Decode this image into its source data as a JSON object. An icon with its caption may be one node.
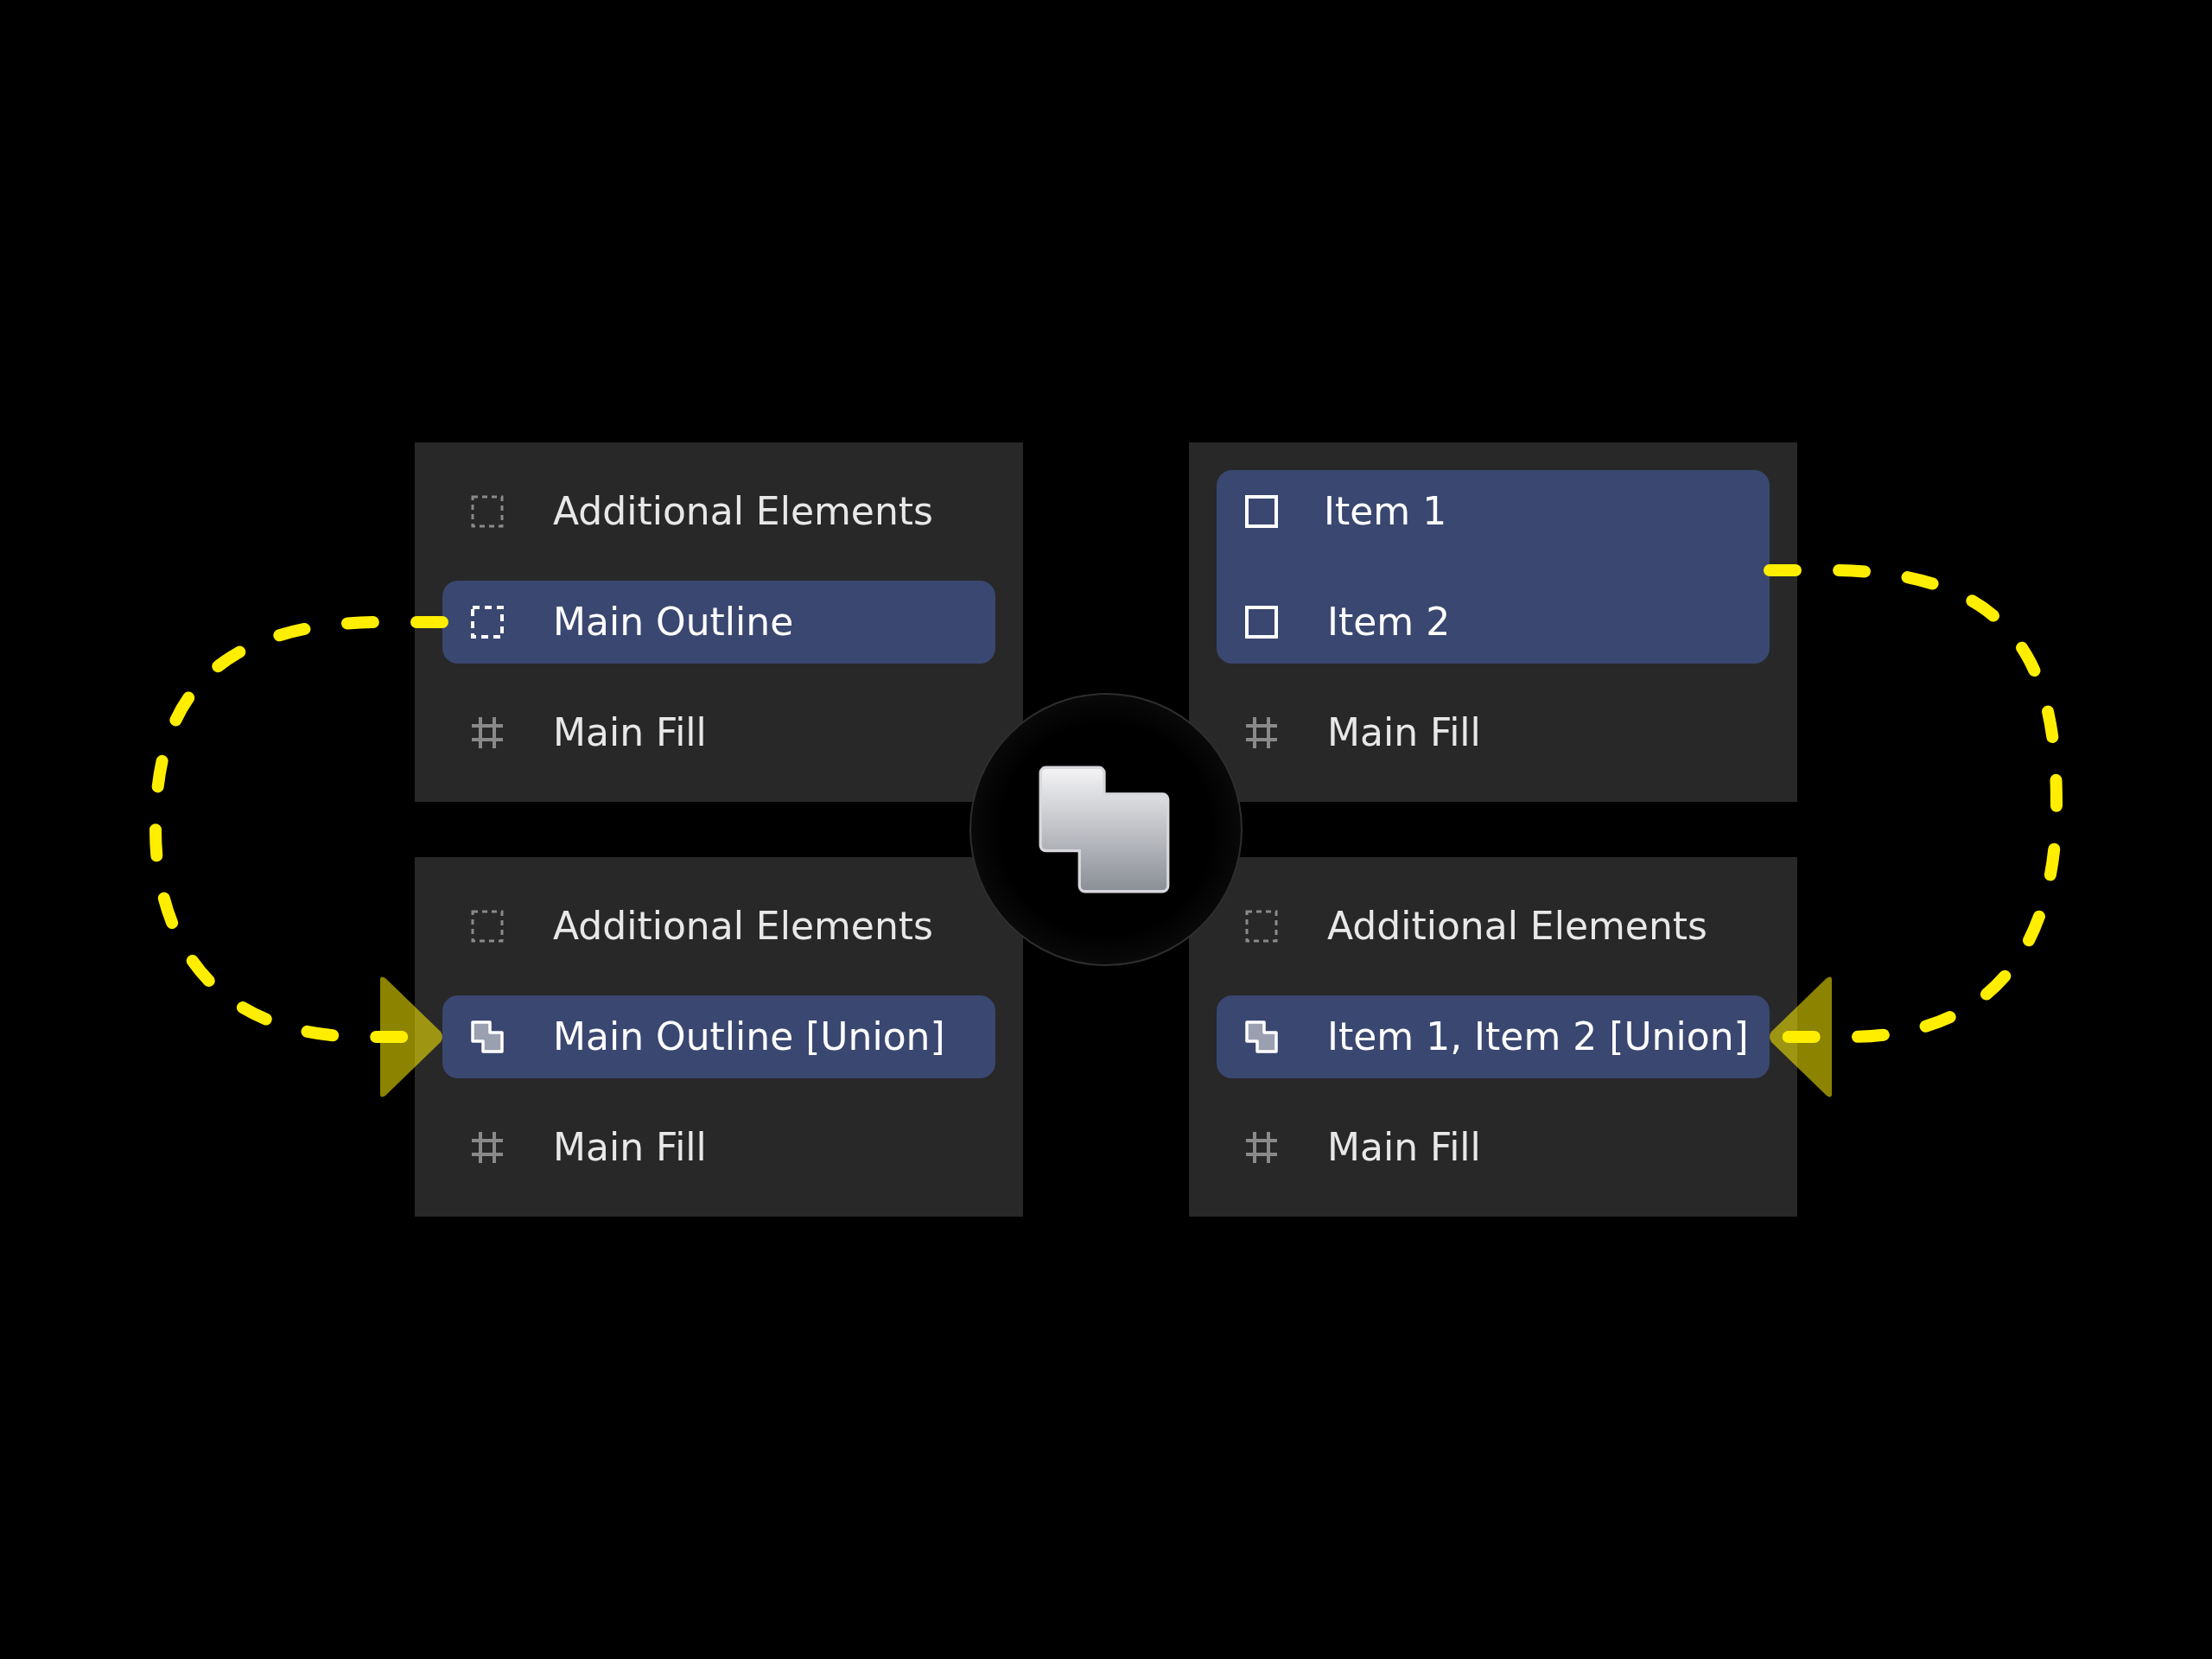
{
  "diagram": {
    "nodes": [
      {
        "text": [],
        "shape": "box"
      },
      {
        "text": [
          "Additional Elements"
        ],
        "in": 0
      },
      {
        "text": [
          "Main Outline"
        ],
        "in": 0
      },
      {
        "text": [
          "Main Fill"
        ],
        "in": 0
      },
      {
        "text": [],
        "shape": "box"
      },
      {
        "text": [],
        "shape": "box",
        "in": 4
      },
      {
        "text": [
          "Item 1"
        ],
        "in": 5
      },
      {
        "text": [
          "Item 2"
        ],
        "in": 5
      },
      {
        "text": [
          "Main Fill"
        ],
        "in": 4
      },
      {
        "text": [],
        "shape": "box"
      },
      {
        "text": [
          "Additional Elements"
        ],
        "in": 9
      },
      {
        "text": [
          "Main Outline [Union]"
        ],
        "in": 9
      },
      {
        "text": [
          "Main Fill"
        ],
        "in": 9
      },
      {
        "text": [],
        "shape": "box"
      },
      {
        "text": [
          "Additional Elements"
        ],
        "in": 13
      },
      {
        "text": [
          "Item 1, Item 2 [Union]"
        ],
        "in": 13
      },
      {
        "text": [
          "Main Fill"
        ],
        "in": 13
      }
    ],
    "edges": [
      {
        "from": 2,
        "to": 11,
        "arrow": "to",
        "style": "dashed",
        "color": "#ffee00"
      },
      {
        "from": 5,
        "to": 15,
        "arrow": "to",
        "style": "dashed",
        "color": "#ffee00"
      }
    ]
  }
}
